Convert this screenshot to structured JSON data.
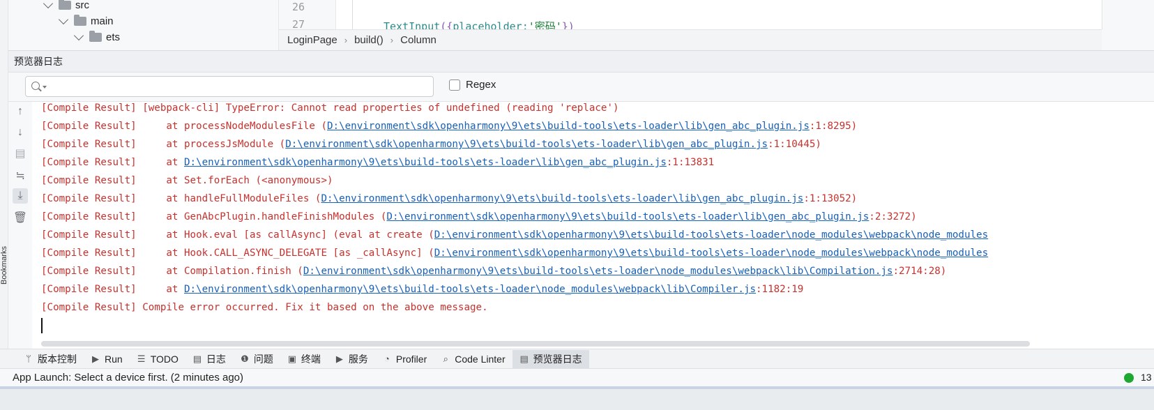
{
  "project_tree": {
    "items": [
      {
        "label": "src",
        "level": 0
      },
      {
        "label": "main",
        "level": 1
      },
      {
        "label": "ets",
        "level": 2
      }
    ]
  },
  "editor": {
    "line_numbers": [
      "26",
      "27"
    ],
    "code_line": {
      "fn": "TextInput",
      "open": "({",
      "key": "placeholder",
      "colon": ":",
      "value": "'密码'",
      "close": "})"
    }
  },
  "breadcrumb": [
    "LoginPage",
    "build()",
    "Column"
  ],
  "panel": {
    "title": "预览器日志",
    "search_placeholder": "",
    "regex_label": "Regex"
  },
  "log_toolbar": [
    "up-arrow-icon",
    "down-arrow-icon",
    "filter-icon",
    "soft-wrap-icon",
    "scroll-to-end-icon",
    "trash-icon"
  ],
  "log_lines": [
    {
      "pre": "[Compile Result] [webpack-cli] TypeError: Cannot read properties of undefined (reading 'replace')",
      "link": "",
      "post": ""
    },
    {
      "pre": "[Compile Result]     at processNodeModulesFile (",
      "link": "D:\\environment\\sdk\\openharmony\\9\\ets\\build-tools\\ets-loader\\lib\\gen_abc_plugin.js",
      "post": ":1:8295)"
    },
    {
      "pre": "[Compile Result]     at processJsModule (",
      "link": "D:\\environment\\sdk\\openharmony\\9\\ets\\build-tools\\ets-loader\\lib\\gen_abc_plugin.js",
      "post": ":1:10445)"
    },
    {
      "pre": "[Compile Result]     at ",
      "link": "D:\\environment\\sdk\\openharmony\\9\\ets\\build-tools\\ets-loader\\lib\\gen_abc_plugin.js",
      "post": ":1:13831"
    },
    {
      "pre": "[Compile Result]     at Set.forEach (<anonymous>)",
      "link": "",
      "post": ""
    },
    {
      "pre": "[Compile Result]     at handleFullModuleFiles (",
      "link": "D:\\environment\\sdk\\openharmony\\9\\ets\\build-tools\\ets-loader\\lib\\gen_abc_plugin.js",
      "post": ":1:13052)"
    },
    {
      "pre": "[Compile Result]     at GenAbcPlugin.handleFinishModules (",
      "link": "D:\\environment\\sdk\\openharmony\\9\\ets\\build-tools\\ets-loader\\lib\\gen_abc_plugin.js",
      "post": ":2:3272)"
    },
    {
      "pre": "[Compile Result]     at Hook.eval [as callAsync] (eval at create (",
      "link": "D:\\environment\\sdk\\openharmony\\9\\ets\\build-tools\\ets-loader\\node_modules\\webpack\\node_modules",
      "post": ""
    },
    {
      "pre": "[Compile Result]     at Hook.CALL_ASYNC_DELEGATE [as _callAsync] (",
      "link": "D:\\environment\\sdk\\openharmony\\9\\ets\\build-tools\\ets-loader\\node_modules\\webpack\\node_modules",
      "post": ""
    },
    {
      "pre": "[Compile Result]     at Compilation.finish (",
      "link": "D:\\environment\\sdk\\openharmony\\9\\ets\\build-tools\\ets-loader\\node_modules\\webpack\\lib\\Compilation.js",
      "post": ":2714:28)"
    },
    {
      "pre": "[Compile Result]     at ",
      "link": "D:\\environment\\sdk\\openharmony\\9\\ets\\build-tools\\ets-loader\\node_modules\\webpack\\lib\\Compiler.js",
      "post": ":1182:19"
    },
    {
      "pre": "[Compile Result] Compile error occurred. Fix it based on the above message.",
      "link": "",
      "post": ""
    }
  ],
  "side_label": "Bookmarks",
  "tool_tabs": [
    {
      "label": "版本控制",
      "icon": "branch-icon",
      "glyph": "ᛘ"
    },
    {
      "label": "Run",
      "icon": "run-icon",
      "glyph": "▶"
    },
    {
      "label": "TODO",
      "icon": "list-icon",
      "glyph": "☰"
    },
    {
      "label": "日志",
      "icon": "log-icon",
      "glyph": "▤"
    },
    {
      "label": "问题",
      "icon": "problems-icon",
      "glyph": "❶"
    },
    {
      "label": "终端",
      "icon": "terminal-icon",
      "glyph": "▣"
    },
    {
      "label": "服务",
      "icon": "services-icon",
      "glyph": "▶"
    },
    {
      "label": "Profiler",
      "icon": "profiler-icon",
      "glyph": "◔"
    },
    {
      "label": "Code Linter",
      "icon": "code-linter-icon",
      "glyph": "⌕"
    },
    {
      "label": "预览器日志",
      "icon": "previewer-log-icon",
      "glyph": "▤",
      "active": true
    }
  ],
  "status": {
    "message": "App Launch: Select a device first. (2 minutes ago)",
    "right_number": "13",
    "indicator_color": "#1ea832"
  }
}
